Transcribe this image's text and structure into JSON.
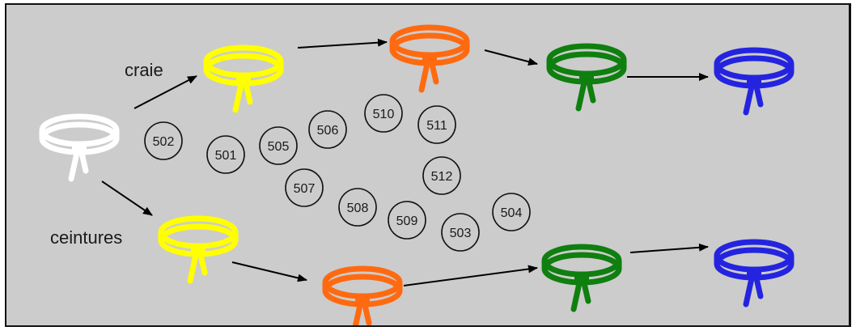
{
  "diagram": {
    "labels": {
      "top": "craie",
      "bottom": "ceintures"
    },
    "colors": {
      "background": "#cccccc",
      "white": "#ffffff",
      "yellow": "#ffff00",
      "orange": "#ff6a10",
      "green": "#0f7f0f",
      "blue": "#2424e0"
    },
    "belts": [
      {
        "name": "belt-white",
        "color": "white"
      },
      {
        "name": "belt-yellow-top",
        "color": "yellow"
      },
      {
        "name": "belt-orange-top",
        "color": "orange"
      },
      {
        "name": "belt-green-top",
        "color": "green"
      },
      {
        "name": "belt-blue-top",
        "color": "blue"
      },
      {
        "name": "belt-yellow-bottom",
        "color": "yellow"
      },
      {
        "name": "belt-orange-bottom",
        "color": "orange"
      },
      {
        "name": "belt-green-bottom",
        "color": "green"
      },
      {
        "name": "belt-blue-bottom",
        "color": "blue"
      }
    ],
    "numbers": [
      "502",
      "501",
      "505",
      "506",
      "510",
      "511",
      "507",
      "508",
      "509",
      "512",
      "503",
      "504"
    ]
  }
}
